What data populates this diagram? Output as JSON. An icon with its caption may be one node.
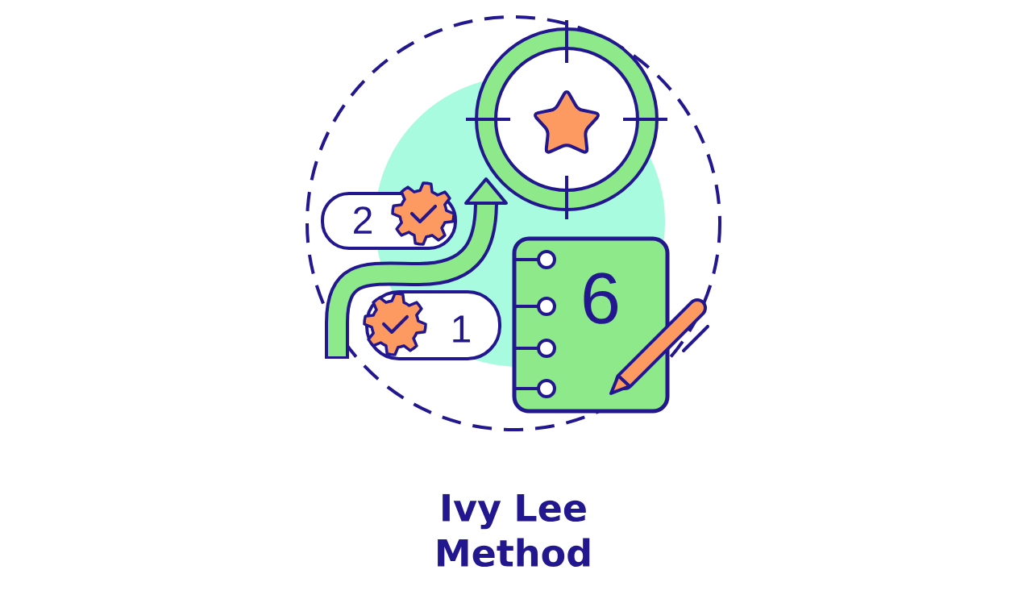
{
  "diagram": {
    "title": "Ivy Lee Method",
    "labels": [
      "2",
      "1",
      "6"
    ]
  }
}
